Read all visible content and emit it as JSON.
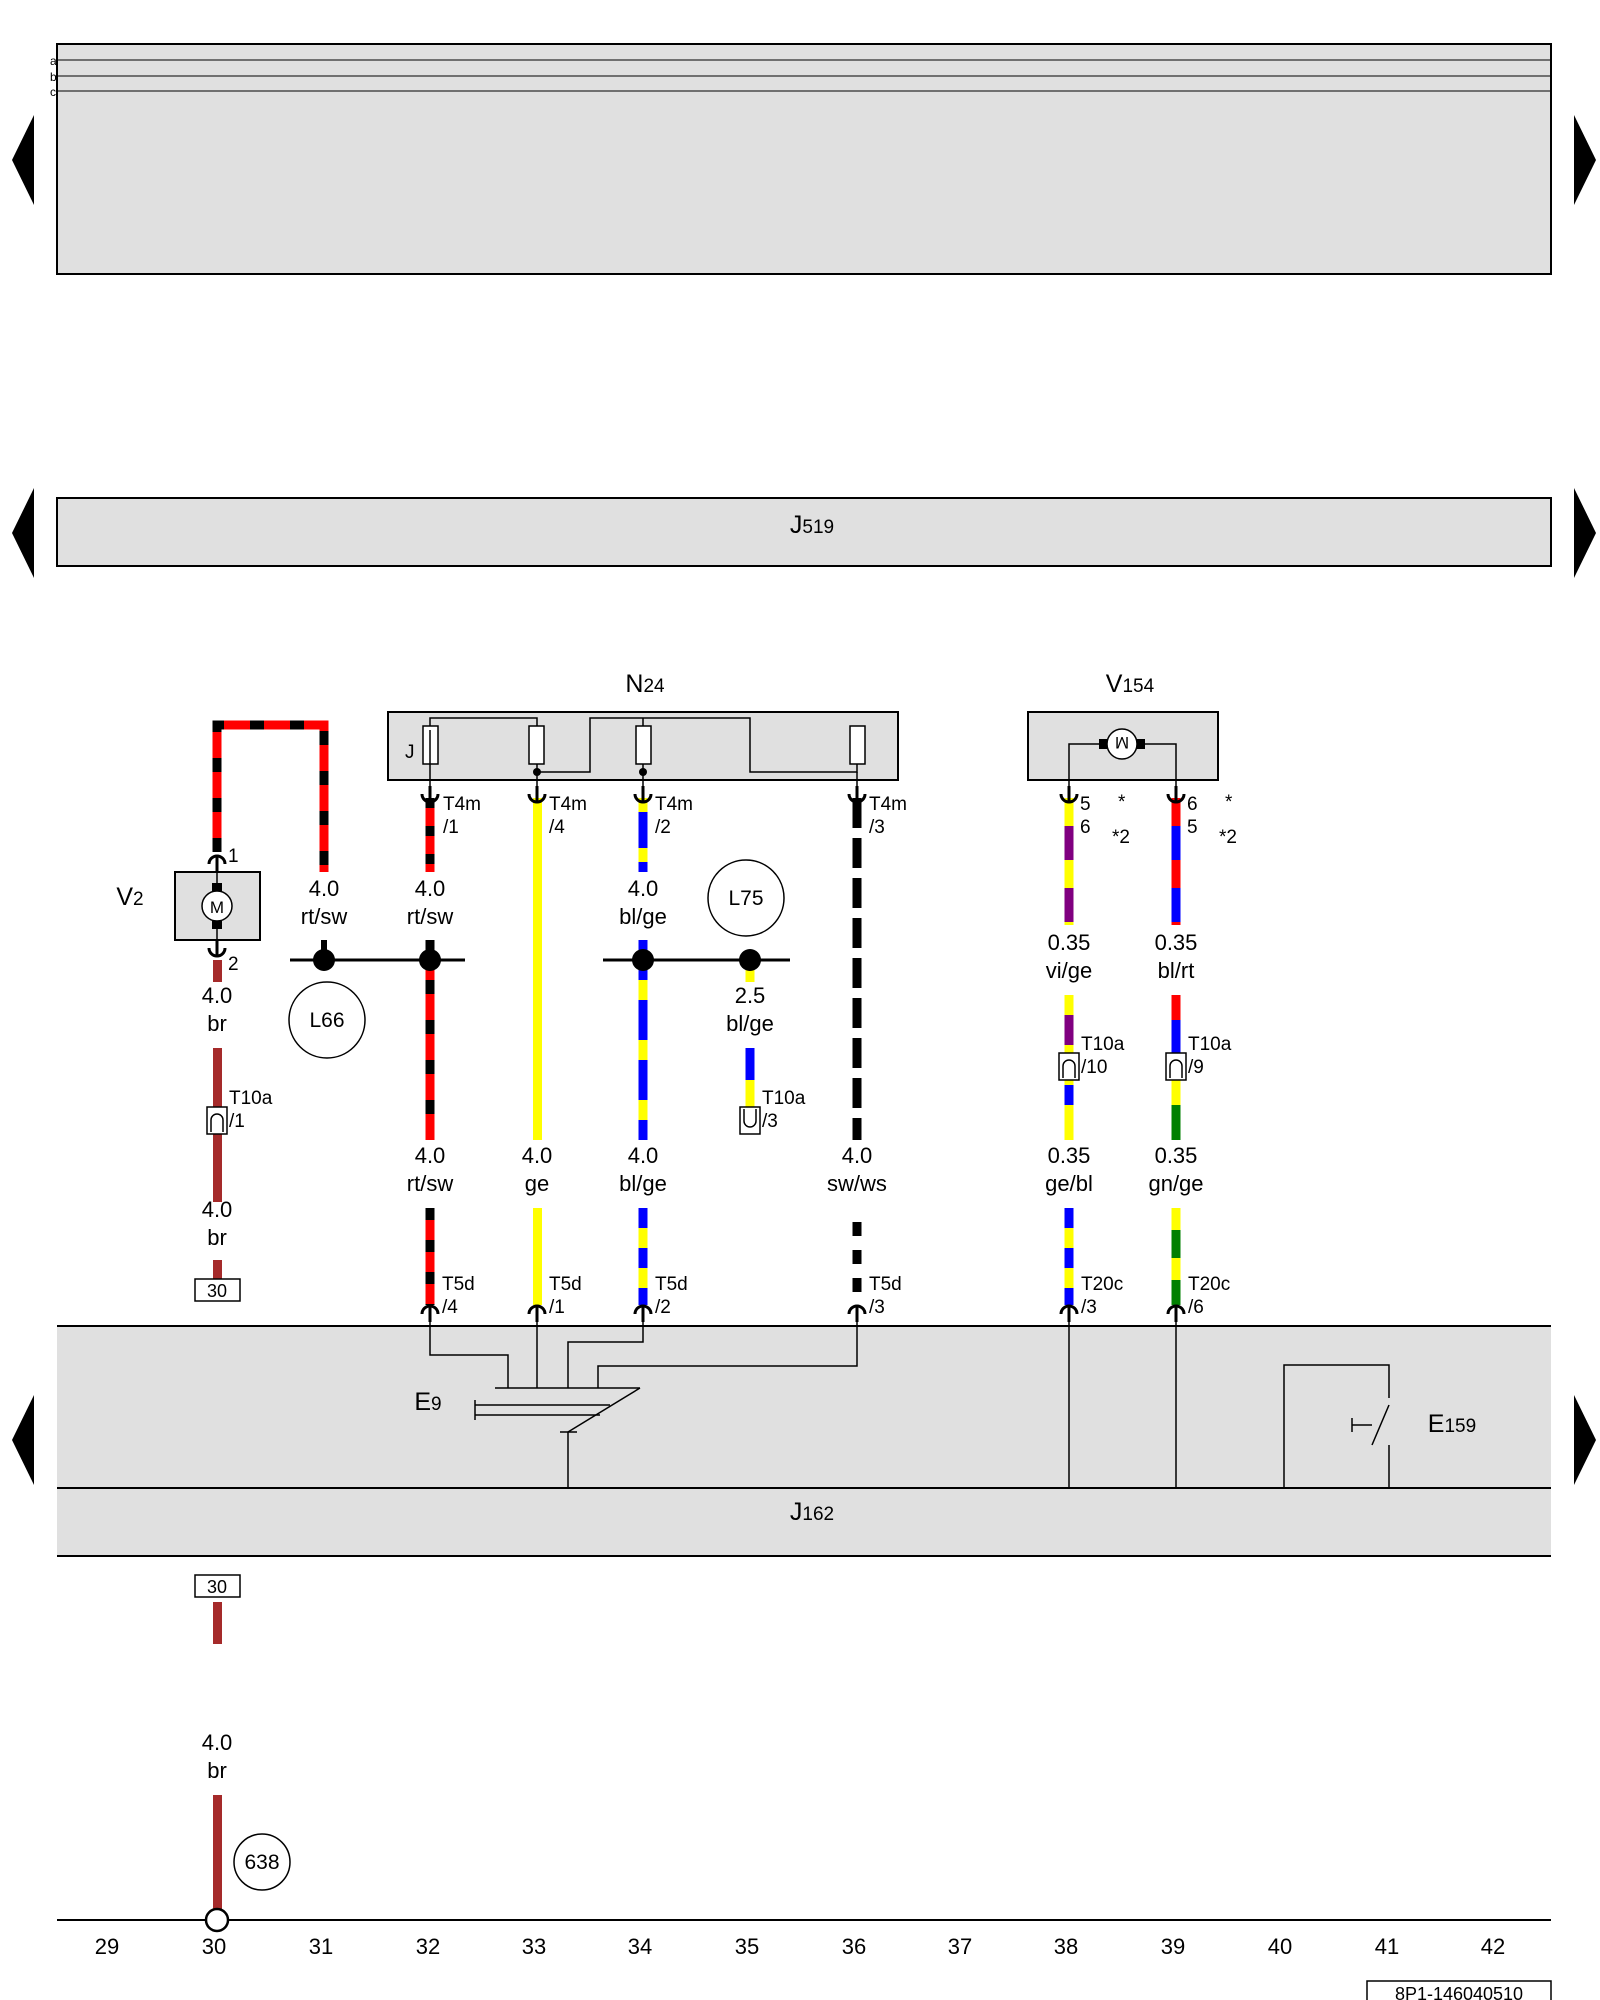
{
  "header": {
    "legend_letters": [
      "a",
      "b",
      "c"
    ]
  },
  "relay_panel": {
    "label": "J",
    "sub": "519"
  },
  "fuse_panel": {
    "label": "J",
    "sub": "162"
  },
  "components": {
    "n24": {
      "label": "N",
      "sub": "24",
      "inner_label": "J"
    },
    "v154": {
      "label": "V",
      "sub": "154"
    },
    "v2": {
      "label": "V",
      "sub": "2"
    },
    "e9": {
      "label": "E",
      "sub": "9"
    },
    "e159": {
      "label": "E",
      "sub": "159"
    },
    "motor_symbol": "M"
  },
  "grounds": {
    "l66": "L66",
    "l75": "L75",
    "g638": "638"
  },
  "terminal_30_label": "30",
  "wire_labels": [
    {
      "size": "4.0",
      "color": "rt/sw"
    },
    {
      "size": "4.0",
      "color": "rt/sw"
    },
    {
      "size": "4.0",
      "color": "bl/ge"
    },
    {
      "size": "4.0",
      "color": "br"
    },
    {
      "size": "4.0",
      "color": "br"
    },
    {
      "size": "2.5",
      "color": "bl/ge"
    },
    {
      "size": "4.0",
      "color": "rt/sw"
    },
    {
      "size": "4.0",
      "color": "ge"
    },
    {
      "size": "4.0",
      "color": "bl/ge"
    },
    {
      "size": "4.0",
      "color": "sw/ws"
    },
    {
      "size": "0.35",
      "color": "vi/ge"
    },
    {
      "size": "0.35",
      "color": "bl/rt"
    },
    {
      "size": "0.35",
      "color": "ge/bl"
    },
    {
      "size": "0.35",
      "color": "gn/ge"
    },
    {
      "size": "4.0",
      "color": "br"
    }
  ],
  "connectors": [
    {
      "name": "T4m",
      "pin": "/1"
    },
    {
      "name": "T4m",
      "pin": "/4"
    },
    {
      "name": "T4m",
      "pin": "/2"
    },
    {
      "name": "T4m",
      "pin": "/3"
    },
    {
      "name": "T10a",
      "pin": "/1"
    },
    {
      "name": "T10a",
      "pin": "/3"
    },
    {
      "name": "T10a",
      "pin": "/10"
    },
    {
      "name": "T10a",
      "pin": "/9"
    },
    {
      "name": "T5d",
      "pin": "/4"
    },
    {
      "name": "T5d",
      "pin": "/1"
    },
    {
      "name": "T5d",
      "pin": "/2"
    },
    {
      "name": "T5d",
      "pin": "/3"
    },
    {
      "name": "T20c",
      "pin": "/3"
    },
    {
      "name": "T20c",
      "pin": "/6"
    }
  ],
  "motor_pins": {
    "v2_top": "1",
    "v2_bottom": "2",
    "v154_a": [
      "5",
      "6"
    ],
    "v154_b": [
      "6",
      "5"
    ],
    "star": "*",
    "star2": "*2"
  },
  "track_numbers": [
    "29",
    "30",
    "31",
    "32",
    "33",
    "34",
    "35",
    "36",
    "37",
    "38",
    "39",
    "40",
    "41",
    "42"
  ],
  "document_code": "8P1-146040510",
  "colors": {
    "rt": "#ff0000",
    "sw": "#000000",
    "ge": "#ffff00",
    "bl": "#0000ff",
    "br": "#a52a2a",
    "vi": "#800080",
    "gn": "#008000",
    "ws": "#ffffff",
    "panel_fill": "#e0e0e0"
  }
}
